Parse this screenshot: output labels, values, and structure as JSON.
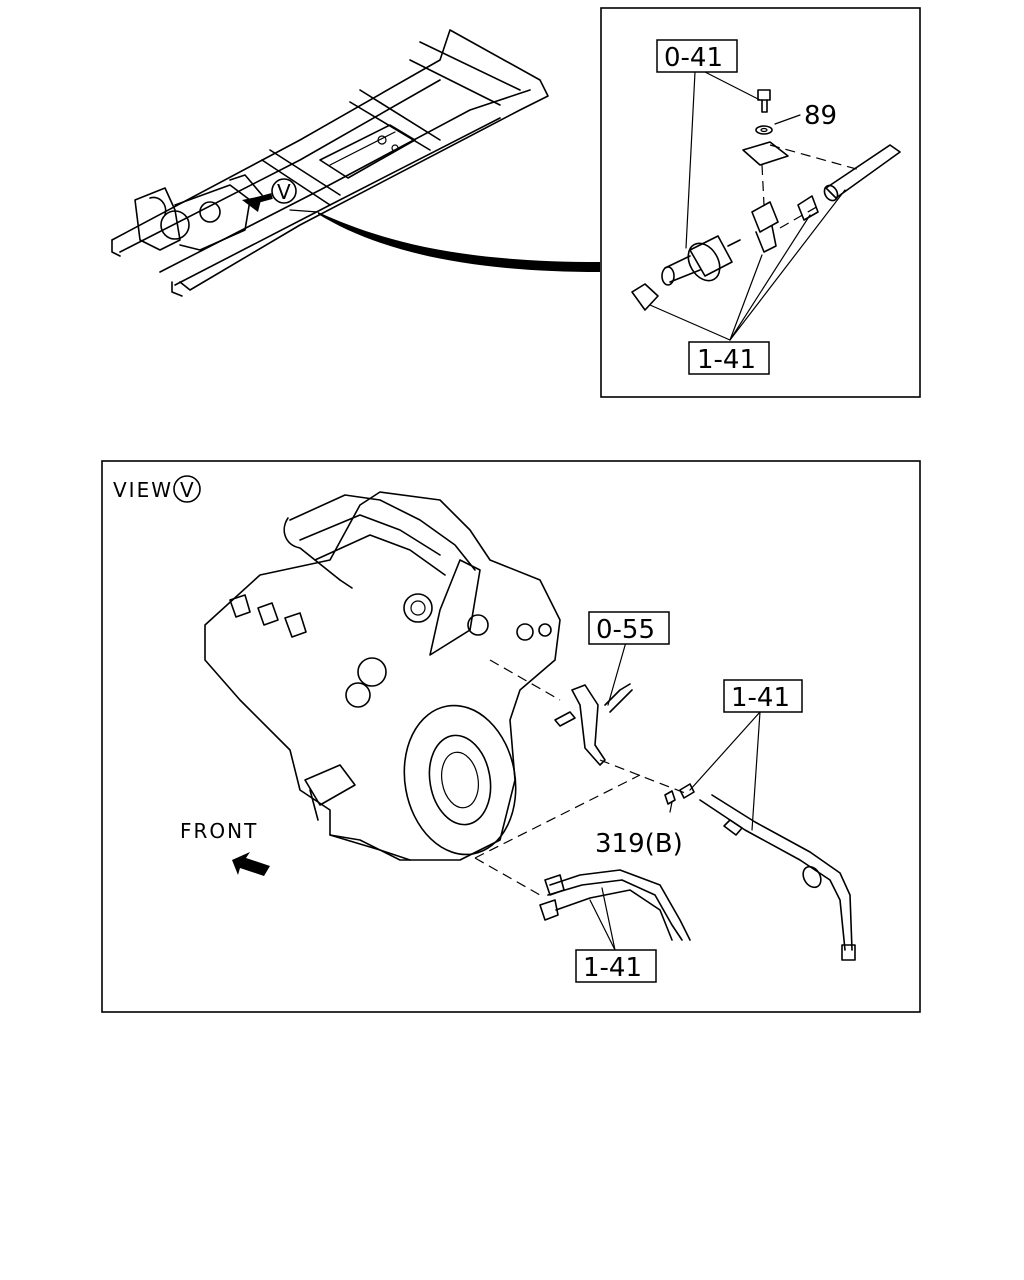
{
  "callouts": {
    "top_0_41": "0-41",
    "top_89": "89",
    "top_1_41": "1-41",
    "view_marker": "V",
    "view_title": "VIEW",
    "view_circle": "V",
    "bottom_0_55": "0-55",
    "bottom_1_41_right": "1-41",
    "bottom_319b": "319(B)",
    "bottom_1_41_lower": "1-41",
    "front": "FRONT"
  }
}
